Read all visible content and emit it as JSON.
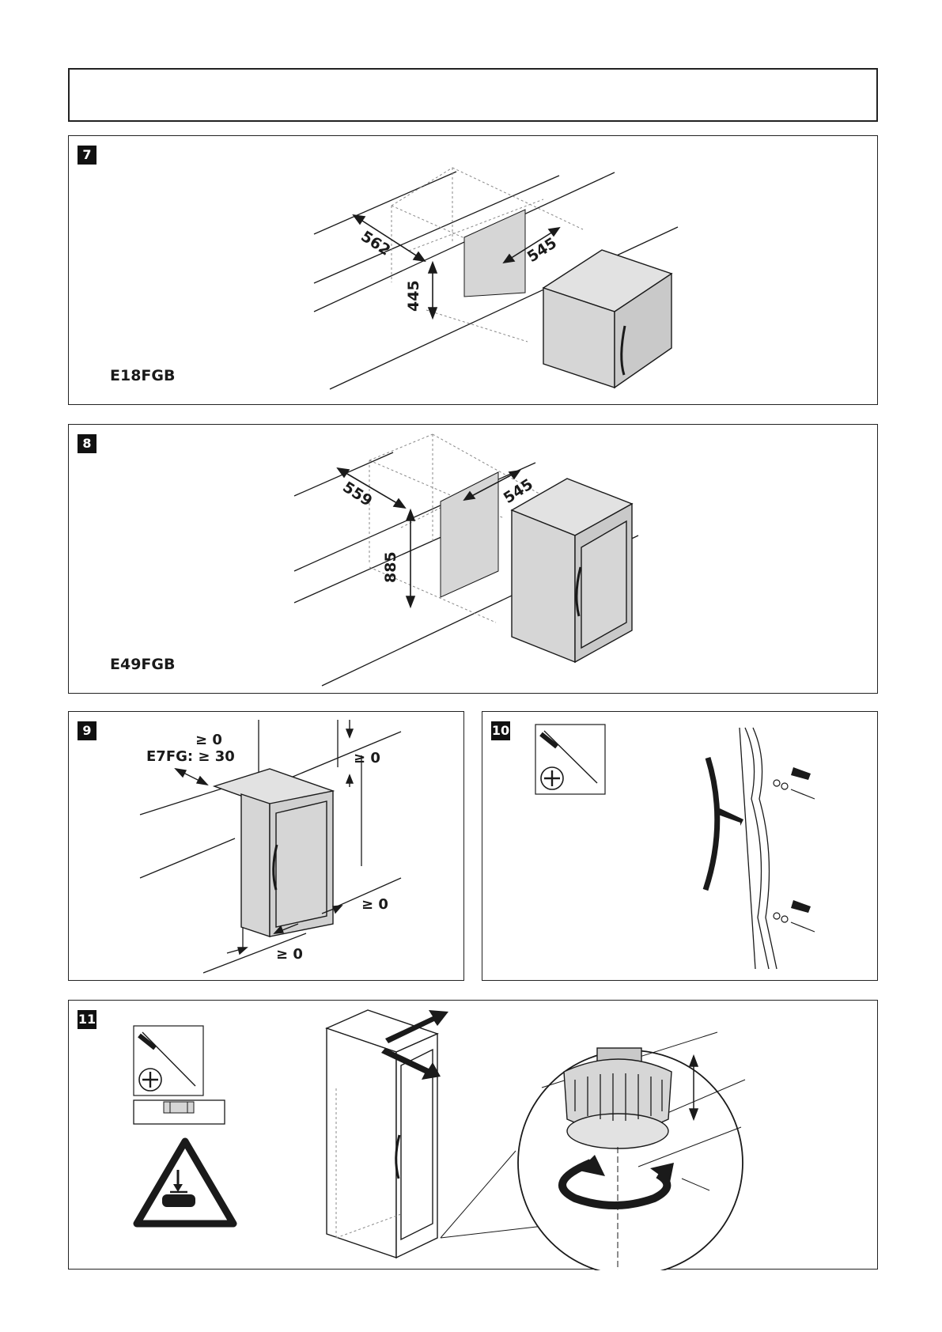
{
  "panels": {
    "p7": {
      "number": "7",
      "model": "E18FGB",
      "dims": {
        "depth": "562",
        "width": "545",
        "height": "445"
      }
    },
    "p8": {
      "number": "8",
      "model": "E49FGB",
      "dims": {
        "depth": "559",
        "width": "545",
        "height": "885"
      }
    },
    "p9": {
      "number": "9",
      "clearance_side": "≥ 0",
      "clearance_e7fg": "E7FG: ≥ 30",
      "clearance_top": "≥ 0",
      "clearance_back": "≥ 0",
      "clearance_front": "≥ 0"
    },
    "p10": {
      "number": "10"
    },
    "p11": {
      "number": "11"
    }
  },
  "icons": [
    "screwdriver-phillips-icon",
    "spirit-level-icon",
    "pinch-hazard-warning-icon",
    "rotate-arrow-icon"
  ],
  "colors": {
    "line": "#1a1a1a",
    "panel_fill": "#d6d6d6",
    "dashed": "#888888"
  }
}
